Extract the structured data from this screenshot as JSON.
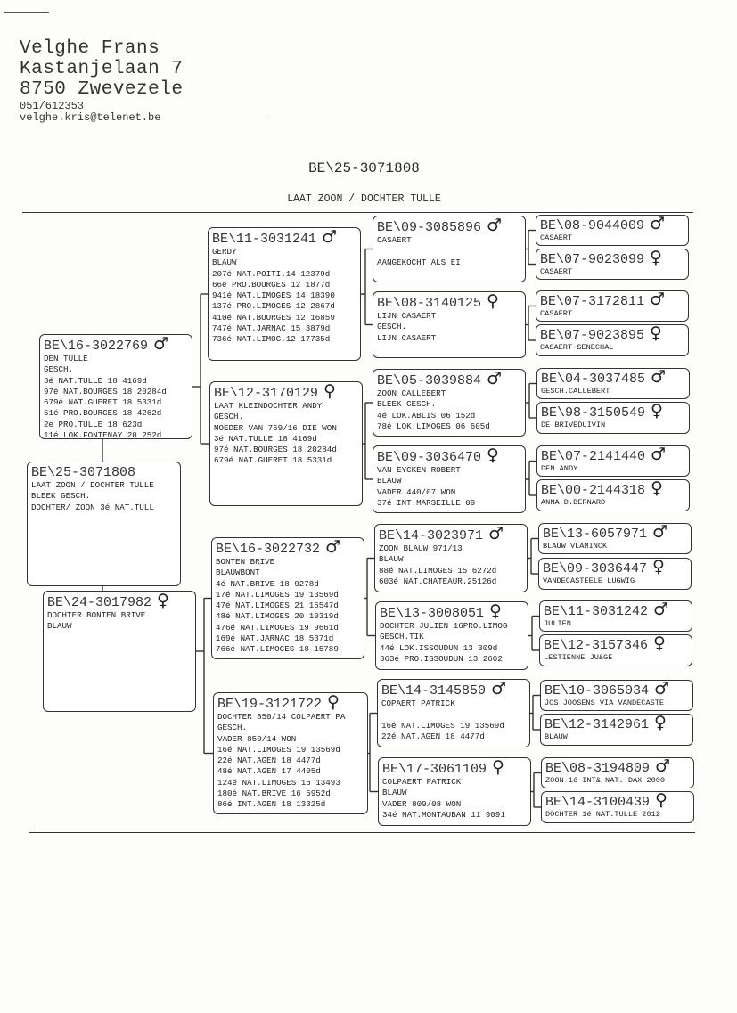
{
  "header": {
    "name": "Velghe Frans",
    "street": "Kastanjelaan 7",
    "city": "8750 Zwevezele",
    "phone": "051/612353",
    "email": "velghe.kris@telenet.be"
  },
  "title": "BE\\25-3071808",
  "subtitle": "LAAT ZOON / DOCHTER TULLE",
  "pigeons": [
    {
      "id": "BE\\25-3071808",
      "sex": "",
      "lines": [
        "LAAT ZOON / DOCHTER TULLE",
        "BLEEK GESCH.",
        "DOCHTER/ ZOON 3é NAT.TULL"
      ]
    },
    {
      "id": "BE\\16-3022769",
      "sex": "male",
      "lines": [
        "DEN TULLE",
        "GESCH.",
        "3é NAT.TULLE 18 4169d",
        "97é NAT.BOURGES 18 20284d",
        "679é NAT.GUERET 18 5331d",
        "51é PRO.BOURGES 18 4262d",
        "2e PRO.TULLE 18 623d",
        "11é LOK.FONTENAY 20 252d"
      ]
    },
    {
      "id": "BE\\24-3017982",
      "sex": "female",
      "lines": [
        "DOCHTER BONTEN BRIVE",
        "BLAUW"
      ]
    },
    {
      "id": "BE\\11-3031241",
      "sex": "male",
      "lines": [
        "GERDY",
        "BLAUW",
        "207é NAT.POITI.14 12379d",
        "66é PRO.BOURGES 12 1877d",
        "941é NAT.LIMOGES 14 18390",
        "137é PRO.LIMOGES 12 2867d",
        "410é NAT.BOURGES 12 16859",
        "747é NAT.JARNAC 15 3879d",
        "736é NAT.LIMOG.12 17735d"
      ]
    },
    {
      "id": "BE\\12-3170129",
      "sex": "female",
      "lines": [
        "LAAT KLEINDOCHTER ANDY",
        "GESCH.",
        "MOEDER VAN 769/16 DIE WON",
        "3é NAT.TULLE 18 4169d",
        "97é NAT.BOURGES 18 20284d",
        "679é NAT.GUERET 18 5331d"
      ]
    },
    {
      "id": "BE\\16-3022732",
      "sex": "male",
      "lines": [
        "BONTEN BRIVE",
        "BLAUWBONT",
        "4é NAT.BRIVE 18 9278d",
        "17é NAT.LIMOGES 19 13569d",
        "47é NAT.LIMOGES 21 15547d",
        "48é NAT.LIMOGES 20 10319d",
        "476é NAT.LIMOGES 19 9661d",
        "169é NAT.JARNAC 18 5371d",
        "766é NAT.LIMOGES 18 15789"
      ]
    },
    {
      "id": "BE\\19-3121722",
      "sex": "female",
      "lines": [
        "DOCHTER 850/14 COLPAERT PA",
        "GESCH.",
        "VADER 850/14 WON",
        "16é NAT.LIMOGES 19 13569d",
        "22é NAT.AGEN 18 4477d",
        "48é NAT.AGEN 17 4405d",
        "124é NAT.LIMOGES 16 13493",
        "180é NAT.BRIVE 16 5952d",
        "86é INT.AGEN 18 13325d"
      ]
    },
    {
      "id": "BE\\09-3085896",
      "sex": "male",
      "lines": [
        "CASAERT",
        "",
        "AANGEKOCHT ALS EI"
      ]
    },
    {
      "id": "BE\\08-3140125",
      "sex": "female",
      "lines": [
        "LIJN CASAERT",
        "GESCH.",
        "LIJN CASAERT"
      ]
    },
    {
      "id": "BE\\05-3039884",
      "sex": "male",
      "lines": [
        "ZOON CALLEBERT",
        "BLEEK GESCH.",
        "4é LOK.ABLIS 06 152d",
        "78é LOK.LIMOGES 06 605d"
      ]
    },
    {
      "id": "BE\\09-3036470",
      "sex": "female",
      "lines": [
        "VAN EYCKEN ROBERT",
        "BLAUW",
        "VADER 440/07 WON",
        "37é INT.MARSEILLE 09"
      ]
    },
    {
      "id": "BE\\14-3023971",
      "sex": "male",
      "lines": [
        "ZOON BLAUW 971/13",
        "BLAUW",
        "88é NAT.LIMOGES 15 6272d",
        "603é NAT.CHATEAUR.25126d"
      ]
    },
    {
      "id": "BE\\13-3008051",
      "sex": "female",
      "lines": [
        "DOCHTER JULIEN 16PRO.LIMOG",
        "GESCH.TIK",
        "44é LOK.ISSOUDUN 13 309d",
        "363é PRO.ISSOUDUN 13 2602"
      ]
    },
    {
      "id": "BE\\14-3145850",
      "sex": "male",
      "lines": [
        "COPAERT PATRICK",
        "",
        "16é NAT.LIMOGES 19 13569d",
        "22é NAT.AGEN 18 4477d"
      ]
    },
    {
      "id": "BE\\17-3061109",
      "sex": "female",
      "lines": [
        "COLPAERT PATRICK",
        "BLAUW",
        "VADER 809/08 WON",
        "34é NAT.MONTAUBAN 11 9091"
      ]
    },
    {
      "id": "BE\\08-9044009",
      "sex": "male",
      "lines": [
        "CASAERT"
      ]
    },
    {
      "id": "BE\\07-9023099",
      "sex": "female",
      "lines": [
        "CASAERT"
      ]
    },
    {
      "id": "BE\\07-3172811",
      "sex": "male",
      "lines": [
        "CASAERT"
      ]
    },
    {
      "id": "BE\\07-9023895",
      "sex": "female",
      "lines": [
        "CASAERT-SENECHAL"
      ]
    },
    {
      "id": "BE\\04-3037485",
      "sex": "male",
      "lines": [
        "GESCH.CALLEBERT"
      ]
    },
    {
      "id": "BE\\98-3150549",
      "sex": "female",
      "lines": [
        "DE BRIVEDUIVIN"
      ]
    },
    {
      "id": "BE\\07-2141440",
      "sex": "male",
      "lines": [
        "DEN ANDY"
      ]
    },
    {
      "id": "BE\\00-2144318",
      "sex": "female",
      "lines": [
        "ANNA D.BERNARD"
      ]
    },
    {
      "id": "BE\\13-6057971",
      "sex": "male",
      "lines": [
        "BLAUW VLAMINCK"
      ]
    },
    {
      "id": "BE\\09-3036447",
      "sex": "female",
      "lines": [
        "VANDECASTEELE LUGWIG"
      ]
    },
    {
      "id": "BE\\11-3031242",
      "sex": "male",
      "lines": [
        "JULIEN"
      ]
    },
    {
      "id": "BE\\12-3157346",
      "sex": "female",
      "lines": [
        "LESTIENNE JU&GE"
      ]
    },
    {
      "id": "BE\\10-3065034",
      "sex": "male",
      "lines": [
        "JOS JOOSENS VIA VANDECASTE"
      ]
    },
    {
      "id": "BE\\12-3142961",
      "sex": "female",
      "lines": [
        "BLAUW"
      ]
    },
    {
      "id": "BE\\08-3194809",
      "sex": "male",
      "lines": [
        "ZOON 1é INT& NAT. DAX 2000"
      ]
    },
    {
      "id": "BE\\14-3100439",
      "sex": "female",
      "lines": [
        "DOCHTER 1é NAT.TULLE 2012"
      ]
    }
  ]
}
